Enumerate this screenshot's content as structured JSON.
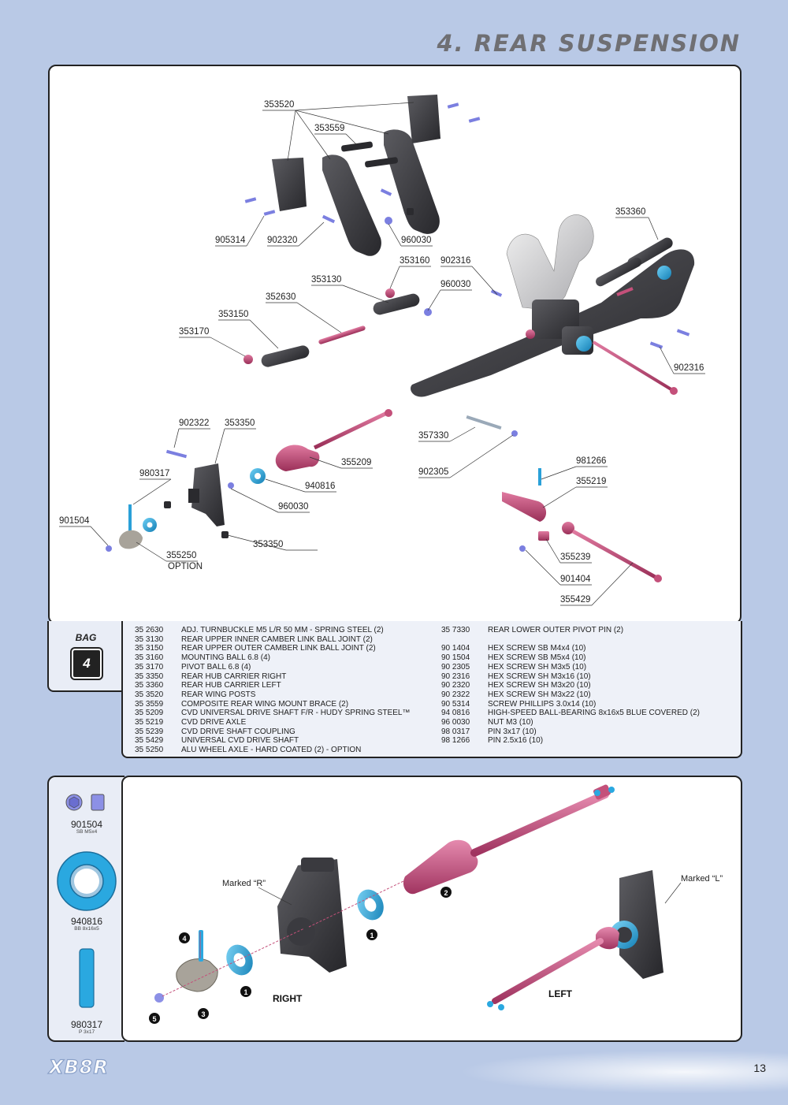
{
  "page_title": "4. REAR SUSPENSION",
  "callouts": {
    "c353520": "353520",
    "c353559": "353559",
    "c905314": "905314",
    "c902320": "902320",
    "c960030a": "960030",
    "c353360": "353360",
    "c353160": "353160",
    "c902316a": "902316",
    "c353130": "353130",
    "c960030b": "960030",
    "c352630": "352630",
    "c353150": "353150",
    "c353170": "353170",
    "c902316b": "902316",
    "c902322": "902322",
    "c353350a": "353350",
    "c357330": "357330",
    "c355209": "355209",
    "c980317": "980317",
    "c940816": "940816",
    "c902305": "902305",
    "c981266": "981266",
    "c355219": "355219",
    "c960030c": "960030",
    "c901504": "901504",
    "c353350b": "353350",
    "c355250": "355250",
    "c_option": "OPTION",
    "c355239": "355239",
    "c901404": "901404",
    "c355429": "355429"
  },
  "bag": {
    "label": "BAG",
    "number": "4"
  },
  "parts_left": [
    {
      "code": "35 2630",
      "desc": "ADJ. TURNBUCKLE M5 L/R 50 MM  - SPRING STEEL (2)"
    },
    {
      "code": "35 3130",
      "desc": "REAR UPPER INNER CAMBER LINK BALL JOINT (2)"
    },
    {
      "code": "35 3150",
      "desc": "REAR UPPER OUTER CAMBER LINK BALL JOINT (2)"
    },
    {
      "code": "35 3160",
      "desc": "MOUNTING BALL 6.8 (4)"
    },
    {
      "code": "35 3170",
      "desc": "PIVOT BALL 6.8 (4)"
    },
    {
      "code": "35 3350",
      "desc": "REAR HUB CARRIER RIGHT"
    },
    {
      "code": "35 3360",
      "desc": "REAR HUB CARRIER LEFT"
    },
    {
      "code": "35 3520",
      "desc": "REAR WING POSTS"
    },
    {
      "code": "35 3559",
      "desc": "COMPOSITE REAR WING MOUNT BRACE (2)"
    },
    {
      "code": "35 5209",
      "desc": "CVD UNIVERSAL DRIVE SHAFT F/R - HUDY SPRING STEEL™"
    },
    {
      "code": "35 5219",
      "desc": "CVD DRIVE AXLE"
    },
    {
      "code": "35 5239",
      "desc": "CVD DRIVE SHAFT COUPLING"
    },
    {
      "code": "35 5429",
      "desc": "UNIVERSAL CVD DRIVE SHAFT"
    },
    {
      "code": "35 5250",
      "desc": "ALU WHEEL AXLE - HARD COATED (2) - OPTION"
    }
  ],
  "parts_right": [
    {
      "code": "35 7330",
      "desc": "REAR LOWER OUTER PIVOT PIN (2)"
    },
    {
      "code": "",
      "desc": ""
    },
    {
      "code": "90 1404",
      "desc": "HEX SCREW  SB M4x4  (10)"
    },
    {
      "code": "90 1504",
      "desc": "HEX SCREW  SB M5x4  (10)"
    },
    {
      "code": "90 2305",
      "desc": "HEX SCREW  SH M3x5  (10)"
    },
    {
      "code": "90 2316",
      "desc": "HEX SCREW  SH M3x16  (10)"
    },
    {
      "code": "90 2320",
      "desc": "HEX SCREW  SH M3x20  (10)"
    },
    {
      "code": "90 2322",
      "desc": "HEX SCREW  SH M3x22  (10)"
    },
    {
      "code": "90 5314",
      "desc": "SCREW PHILLIPS 3.0x14  (10)"
    },
    {
      "code": "94 0816",
      "desc": "HIGH-SPEED BALL-BEARING 8x16x5 BLUE COVERED (2)"
    },
    {
      "code": "96 0030",
      "desc": "NUT M3  (10)"
    },
    {
      "code": "98 0317",
      "desc": "PIN 3x17  (10)"
    },
    {
      "code": "98 1266",
      "desc": "PIN 2.5x16  (10)"
    }
  ],
  "side_parts": [
    {
      "code": "901504",
      "sub": "SB M5x4"
    },
    {
      "code": "940816",
      "sub": "BB 8x16x5"
    },
    {
      "code": "980317",
      "sub": "P 3x17"
    }
  ],
  "detail": {
    "marked_r": "Marked “R”",
    "marked_l": "Marked “L”",
    "right_label": "RIGHT",
    "left_label": "LEFT",
    "steps": [
      "1",
      "2",
      "1",
      "4",
      "5",
      "3"
    ]
  },
  "logo": "XB8R",
  "page_number": "13",
  "colors": {
    "anodized": "#c4507a",
    "bearing": "#2aa0d8",
    "plastic": "#3b3b3f",
    "screw": "#7b7fe0"
  }
}
